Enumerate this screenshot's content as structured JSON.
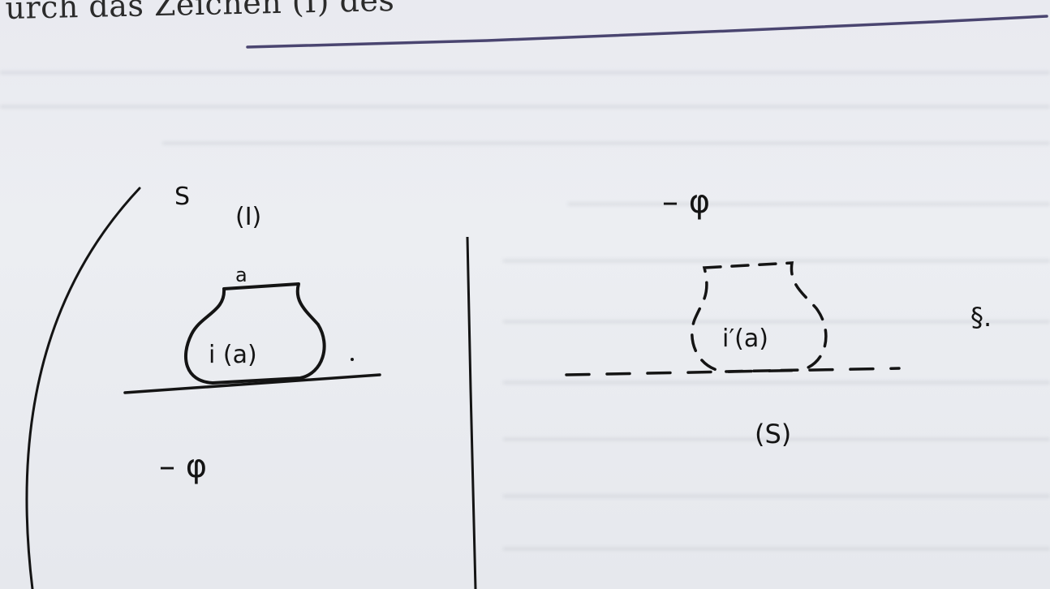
{
  "header": {
    "text": "urch das Zeichen (I) des"
  },
  "left_panel": {
    "label_s": "S",
    "label_sign": "(I)",
    "label_a": "a",
    "pot_label": "i (a)",
    "minus_phi": "– φ"
  },
  "right_panel": {
    "minus_phi": "– φ",
    "pot_label": "i′(a)",
    "label_s": "(S)",
    "section_mark": "§."
  },
  "colors": {
    "ink": "#141414",
    "underline": "#4a4570",
    "paper": "#eaebf0"
  }
}
